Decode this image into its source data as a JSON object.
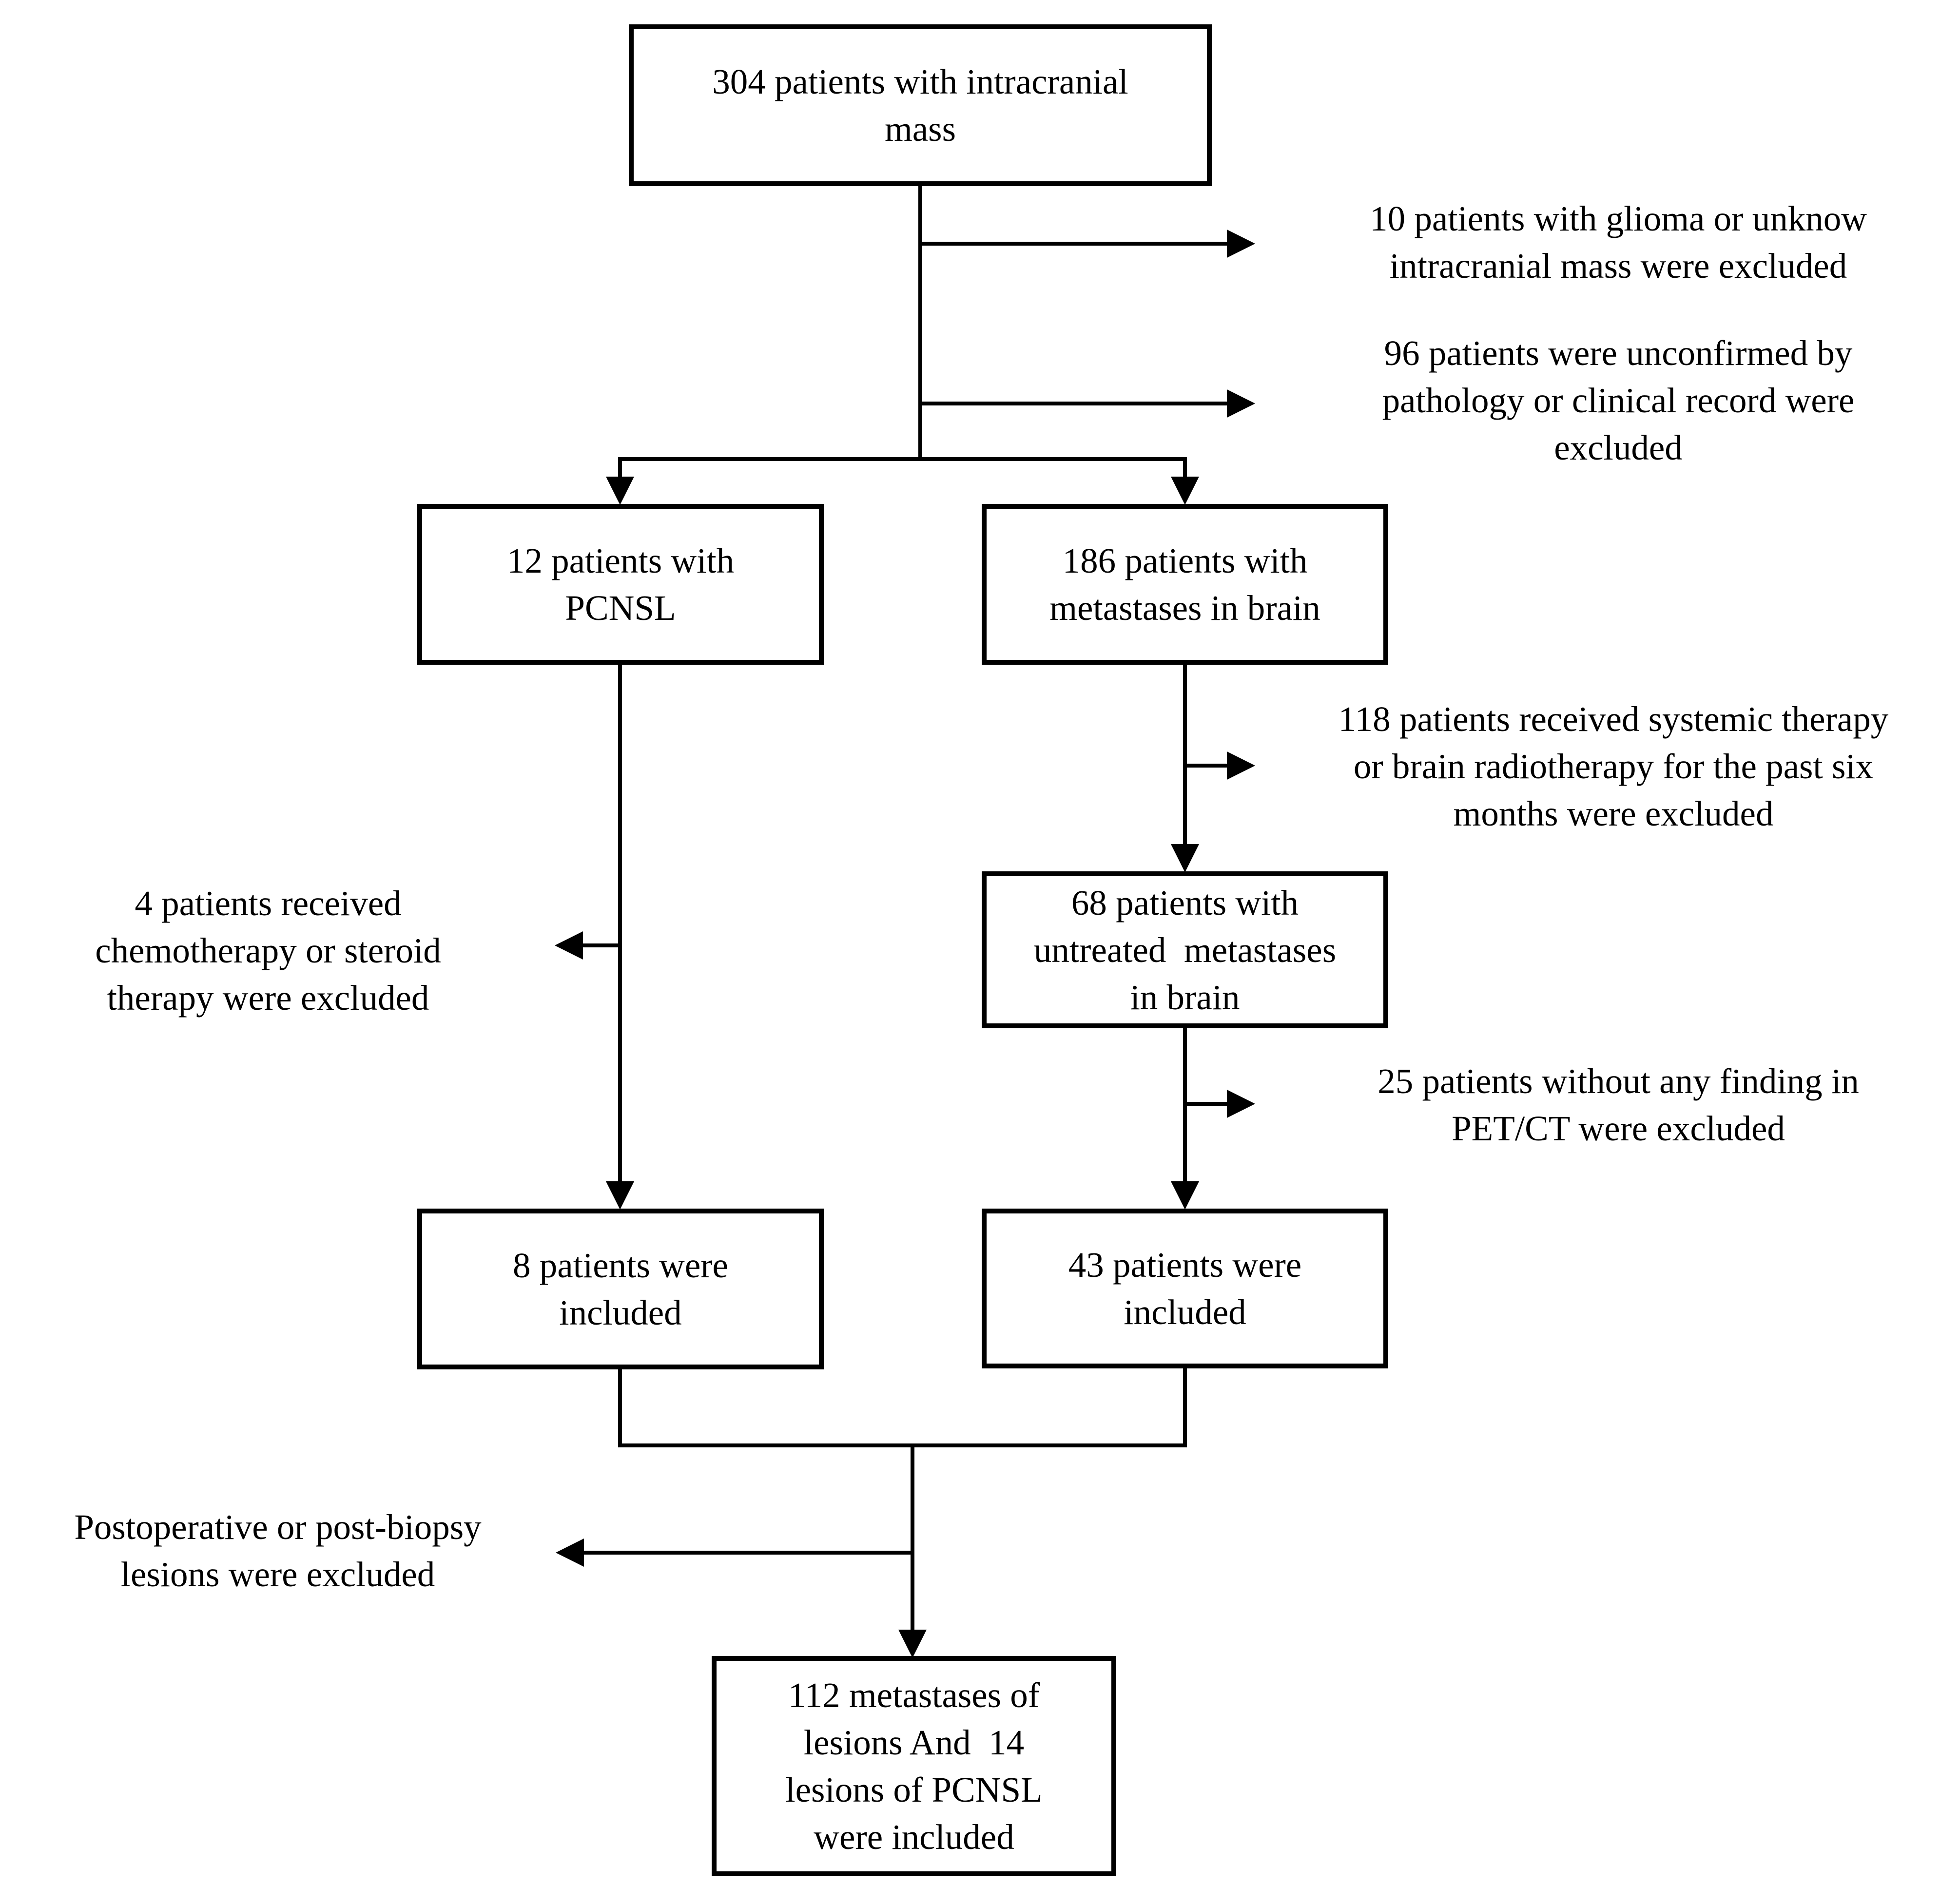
{
  "figure": {
    "type": "patient-flow-diagram",
    "colors": {
      "background": "#ffffff",
      "line": "#000000",
      "text": "#000000"
    },
    "boxes": {
      "total": {
        "label": "304 patients with intracranial\nmass"
      },
      "pcnsl": {
        "label": "12 patients with\nPCNSL"
      },
      "mets": {
        "label": "186 patients with\nmetastases in brain"
      },
      "untreated": {
        "label": "68 patients with\nuntreated  metastases\nin brain"
      },
      "pcnsl_included": {
        "label": "8 patients were\nincluded"
      },
      "mets_included": {
        "label": "43 patients were\nincluded"
      },
      "final": {
        "label": "112 metastases of\nlesions And  14\nlesions of PCNSL\nwere included"
      }
    },
    "exclusions": {
      "glioma": {
        "label": "10 patients with glioma or unknow\nintracranial mass were excluded"
      },
      "unconfirmed": {
        "label": "96 patients were unconfirmed by\npathology or clinical record were\nexcluded"
      },
      "systemic": {
        "label": "118 patients received systemic therapy\nor brain radiotherapy for the past six\nmonths were excluded"
      },
      "chemo": {
        "label": "4 patients received\nchemotherapy or steroid\ntherapy were excluded"
      },
      "petct": {
        "label": "25 patients without any finding in\nPET/CT were excluded"
      },
      "postop": {
        "label": "Postoperative or post-biopsy\nlesions were excluded"
      }
    }
  }
}
